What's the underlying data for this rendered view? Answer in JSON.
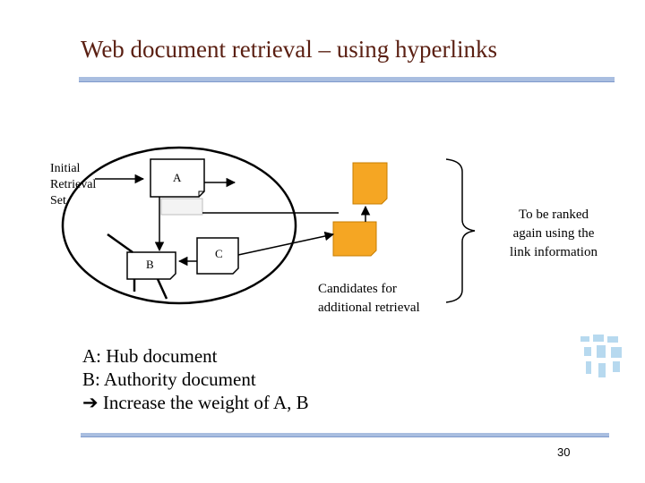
{
  "slide": {
    "title": "Web document retrieval – using hyperlinks",
    "page_number": "30"
  },
  "diagram": {
    "initial_set_label": "Initial\nRetrieval\nSet",
    "node_a": "A",
    "node_b": "B",
    "node_c": "C",
    "ranked_label": "To be ranked\nagain using the\nlink information",
    "candidates_label": "Candidates for\nadditional retrieval",
    "colors": {
      "candidate_fill": "#f5a623",
      "arrow": "#000000",
      "rule": "#a9bee0"
    }
  },
  "legend": {
    "line1": "A: Hub document",
    "line2": "B: Authority document",
    "arrow_icon": "right-arrow-icon",
    "line3": "Increase the weight of A, B"
  }
}
